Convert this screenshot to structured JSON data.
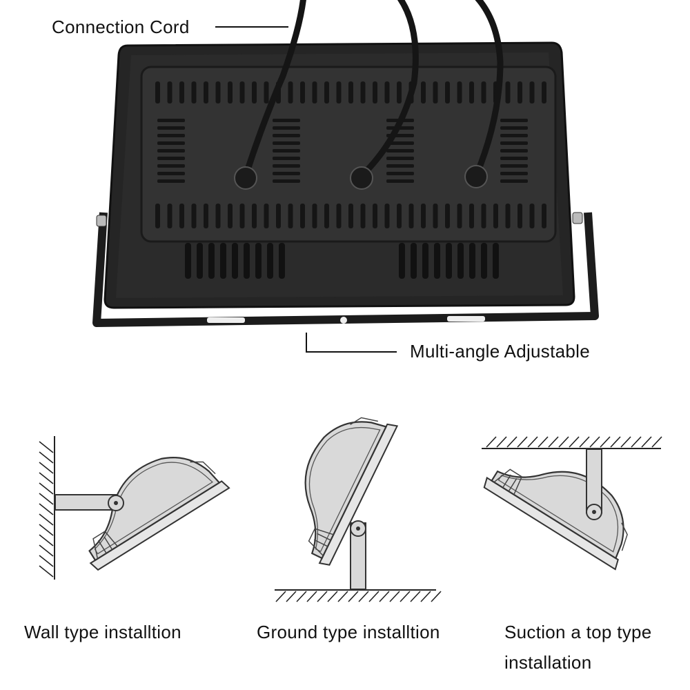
{
  "callouts": {
    "connection_cord": "Connection  Cord",
    "multi_angle": "Multi-angle Adjustable"
  },
  "installations": [
    {
      "label": "Wall type installtion"
    },
    {
      "label": "Ground type installtion"
    },
    {
      "label": "Suction a top type",
      "label_line2": "installation"
    }
  ],
  "colors": {
    "housing": "#252525",
    "plate": "#2e2e2e",
    "drawing_fill": "#d9d9d9",
    "line": "#333333"
  }
}
